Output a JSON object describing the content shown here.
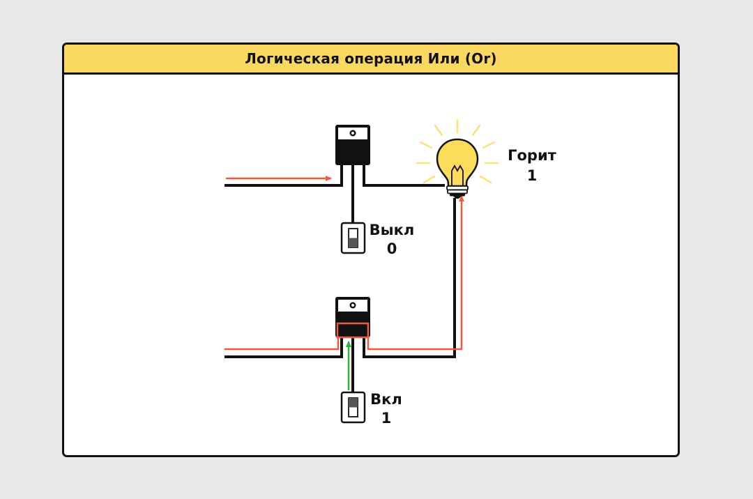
{
  "title": "Логическая операция Или (Or)",
  "lamp": {
    "state_label": "Горит",
    "value": "1"
  },
  "switch_top": {
    "state_label": "Выкл",
    "value": "0"
  },
  "switch_bottom": {
    "state_label": "Вкл",
    "value": "1"
  },
  "colors": {
    "header": "#fbd960",
    "wire": "#111111",
    "current": "#f05a3a",
    "control_signal": "#2fb52f",
    "bulb": "#fddc5c",
    "rays": "#fbe37a"
  },
  "icons": [
    "transistor-icon",
    "toggle-switch-icon",
    "light-bulb-icon",
    "arrow-icon"
  ]
}
